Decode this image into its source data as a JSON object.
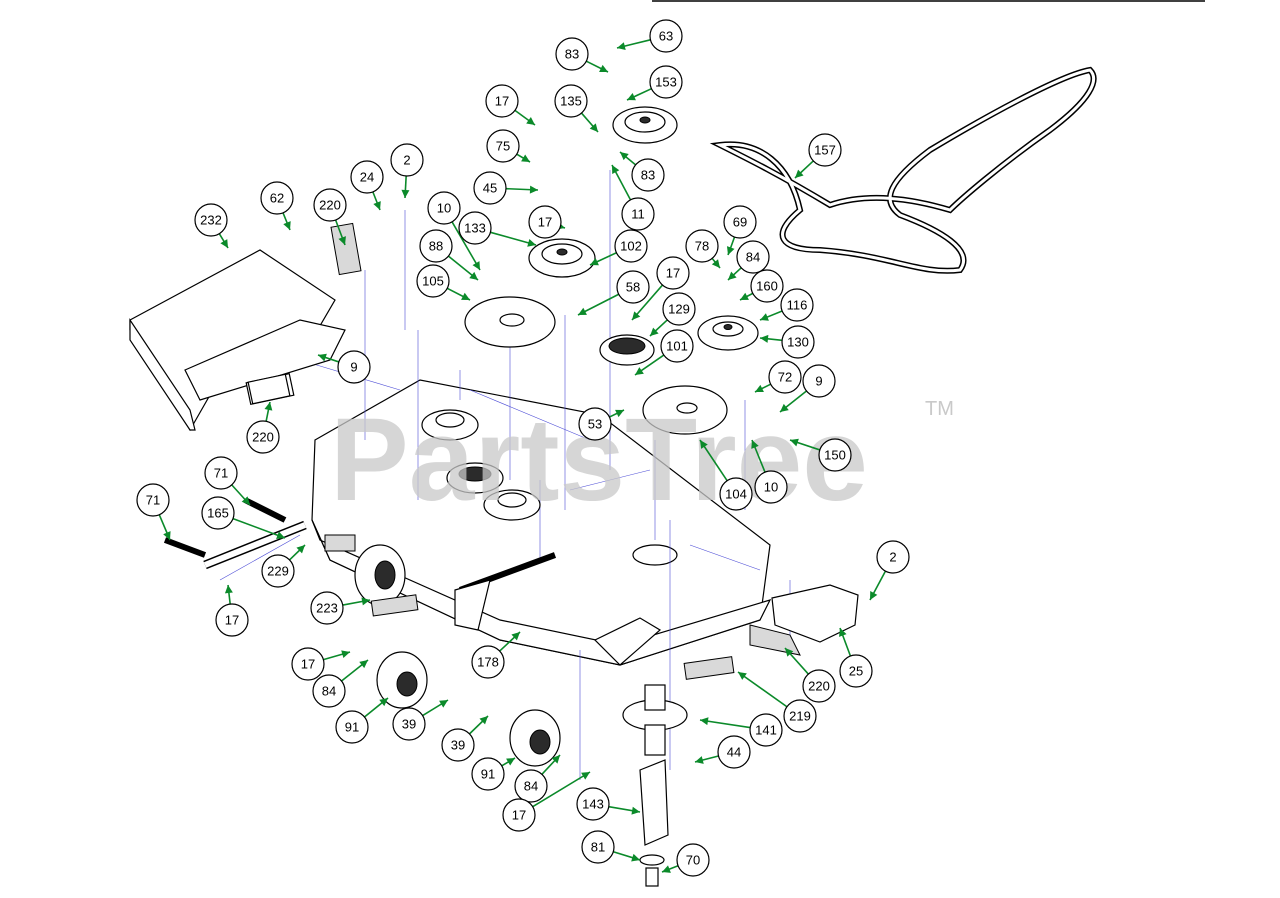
{
  "watermark": {
    "text": "PartsTree",
    "trademark": "TM"
  },
  "callouts": [
    "63",
    "83",
    "153",
    "17",
    "135",
    "75",
    "83",
    "11",
    "45",
    "2",
    "24",
    "220",
    "62",
    "232",
    "10",
    "133",
    "17",
    "102",
    "88",
    "105",
    "58",
    "157",
    "69",
    "78",
    "84",
    "160",
    "116",
    "130",
    "17",
    "129",
    "101",
    "72",
    "9",
    "9",
    "53",
    "150",
    "104",
    "10",
    "220",
    "71",
    "71",
    "165",
    "229",
    "223",
    "17",
    "2",
    "25",
    "220",
    "178",
    "17",
    "84",
    "91",
    "39",
    "39",
    "219",
    "141",
    "44",
    "91",
    "84",
    "17",
    "143",
    "81",
    "70"
  ],
  "colors": {
    "leader": "#0b8a2a",
    "assembly_lines": "#4b4bd6",
    "watermark": "#c9c9c9"
  }
}
